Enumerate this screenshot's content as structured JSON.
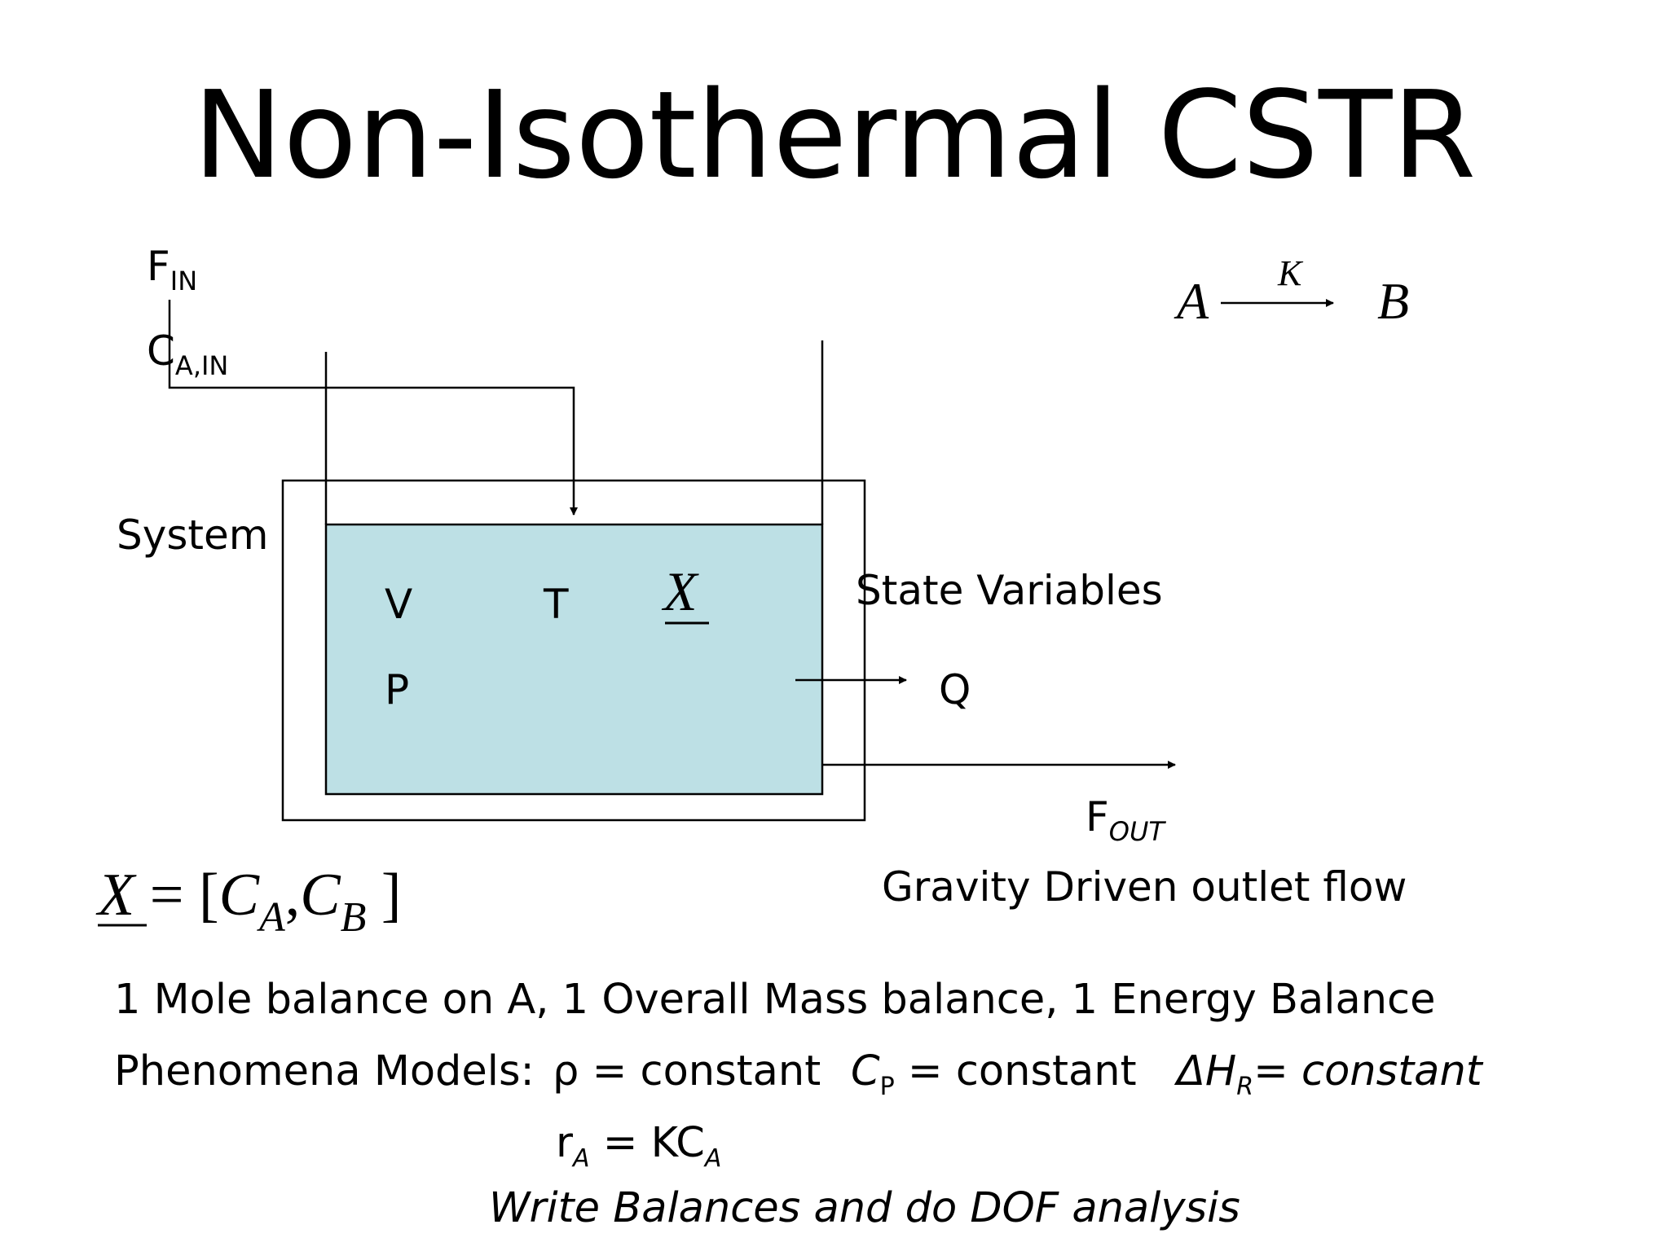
{
  "title": "Non-Isothermal CSTR",
  "labels": {
    "f_in": "F",
    "f_in_sub": "IN",
    "c_a_in": "C",
    "c_a_in_sub": "A,IN",
    "system": "System",
    "v": "V",
    "t": "T",
    "x_state": "X",
    "p": "P",
    "state_variables": "State Variables",
    "q": "Q",
    "f_out": "F",
    "f_out_sub": "OUT",
    "gravity": "Gravity Driven outlet flow"
  },
  "reaction": {
    "reactant": "A",
    "rate_constant": "K",
    "product": "B"
  },
  "state_vector": {
    "x": "X",
    "eq": "=",
    "open": "[",
    "ca": "C",
    "ca_sub": "A",
    "comma": ",",
    "cb": "C",
    "cb_sub": "B",
    "close": "]"
  },
  "balances": "1 Mole balance on A, 1 Overall Mass balance, 1 Energy Balance",
  "phenomena": {
    "label": "Phenomena Models:",
    "rho": "ρ = constant",
    "cp_c": "C",
    "cp_sub": "P",
    "cp_rest": " = constant",
    "dh_delta": "ΔH",
    "dh_sub": "R",
    "dh_rest": "= constant",
    "ra_r": "r",
    "ra_sub": "A",
    "ra_mid": " = KC",
    "ra_sub2": "A"
  },
  "task": "Write Balances and do DOF analysis",
  "colors": {
    "liquid": "#bde0e5",
    "line": "#000000",
    "background": "#ffffff"
  }
}
